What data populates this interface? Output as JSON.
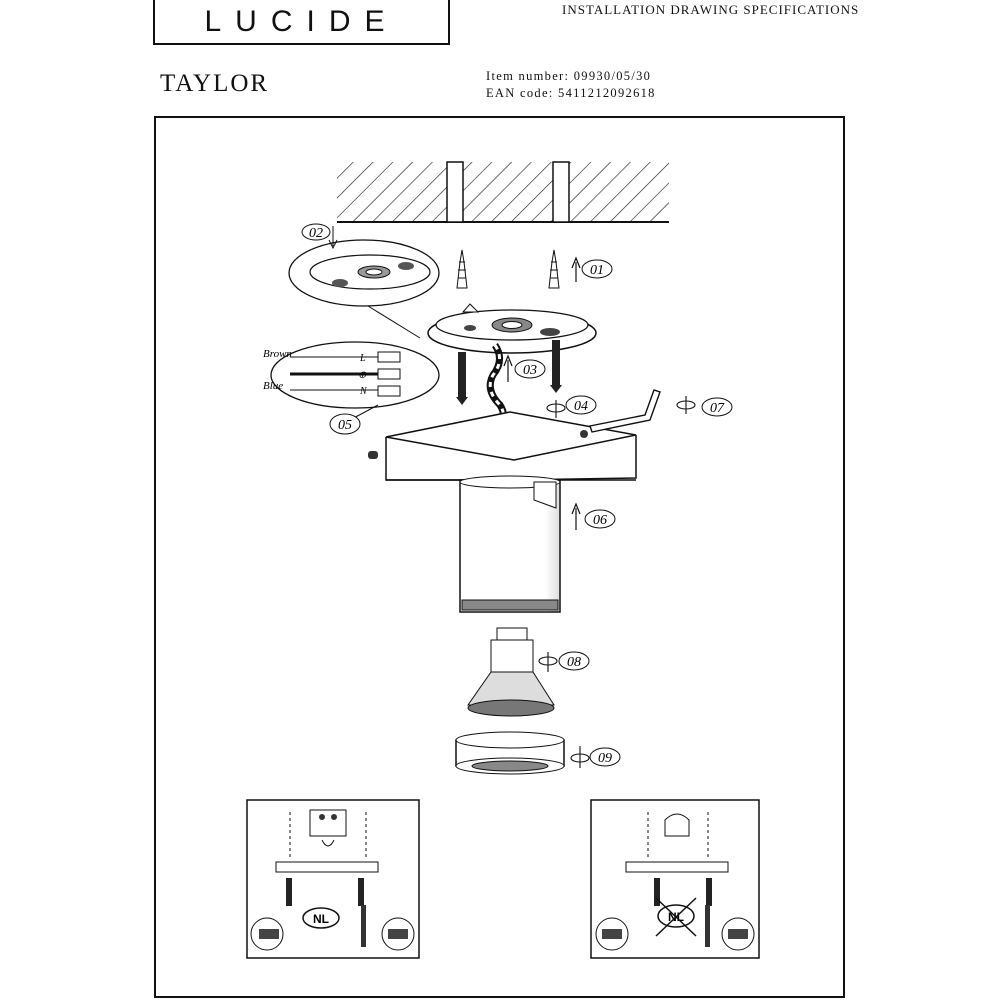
{
  "header": {
    "brand": "LUCIDE",
    "doc_title": "INSTALLATION DRAWING SPECIFICATIONS",
    "product_name": "TAYLOR",
    "item_number_label": "Item number:",
    "item_number": "09930/05/30",
    "ean_label": "EAN code:",
    "ean": "5411212092618"
  },
  "steps": [
    "01",
    "02",
    "03",
    "04",
    "05",
    "06",
    "07",
    "08",
    "09"
  ],
  "wiring": {
    "brown_label": "Brown",
    "blue_label": "Blue",
    "terminals": [
      "L",
      "⊕",
      "N"
    ]
  },
  "mounting": {
    "left_badge": "NL",
    "right_badge": "NL"
  }
}
